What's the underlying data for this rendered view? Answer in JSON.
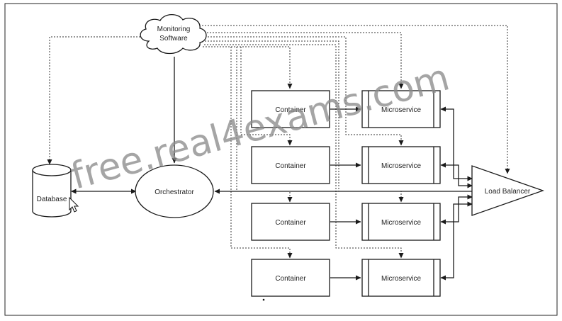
{
  "nodes": {
    "monitoring": [
      "Monitoring",
      "Software"
    ],
    "database": "Database",
    "orchestrator": "Orchestrator",
    "load_balancer": "Load Balancer",
    "containers": [
      "Container",
      "Container",
      "Container",
      "Container"
    ],
    "microservices": [
      "Microservice",
      "Microservice",
      "Microservice",
      "Microservice"
    ]
  },
  "watermark": "free.real4exams.com"
}
